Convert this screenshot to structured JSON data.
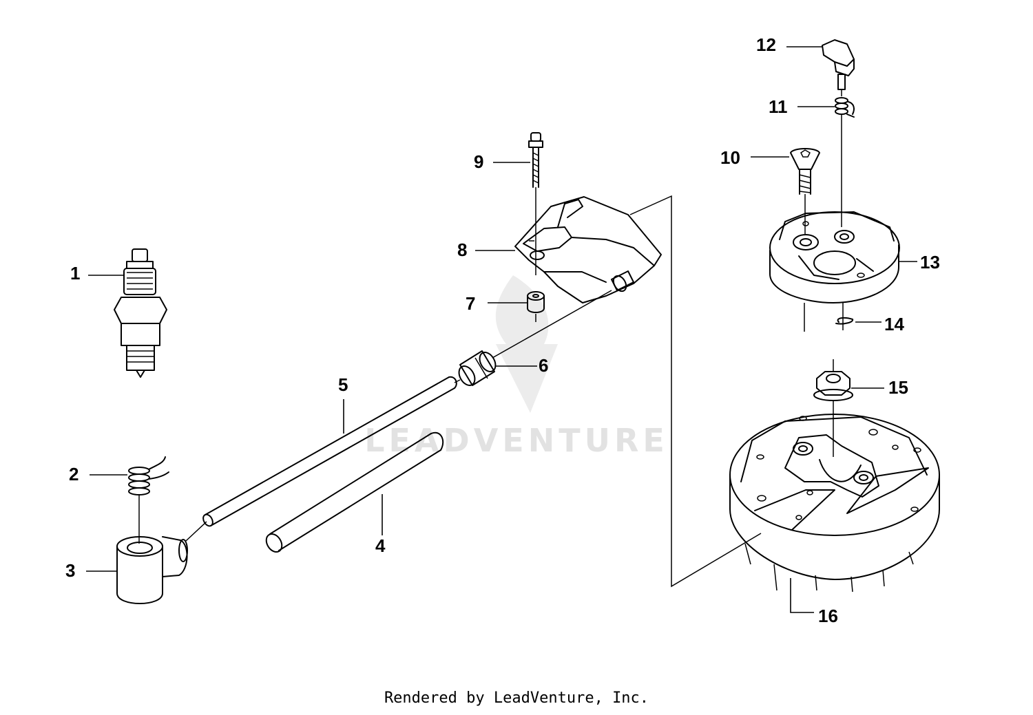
{
  "watermark": {
    "text": "LEADVENTURE"
  },
  "footer": {
    "credit": "Rendered by LeadVenture, Inc."
  },
  "callouts": {
    "c1": "1",
    "c2": "2",
    "c3": "3",
    "c4": "4",
    "c5": "5",
    "c6": "6",
    "c7": "7",
    "c8": "8",
    "c9": "9",
    "c10": "10",
    "c11": "11",
    "c12": "12",
    "c13": "13",
    "c14": "14",
    "c15": "15",
    "c16": "16"
  }
}
